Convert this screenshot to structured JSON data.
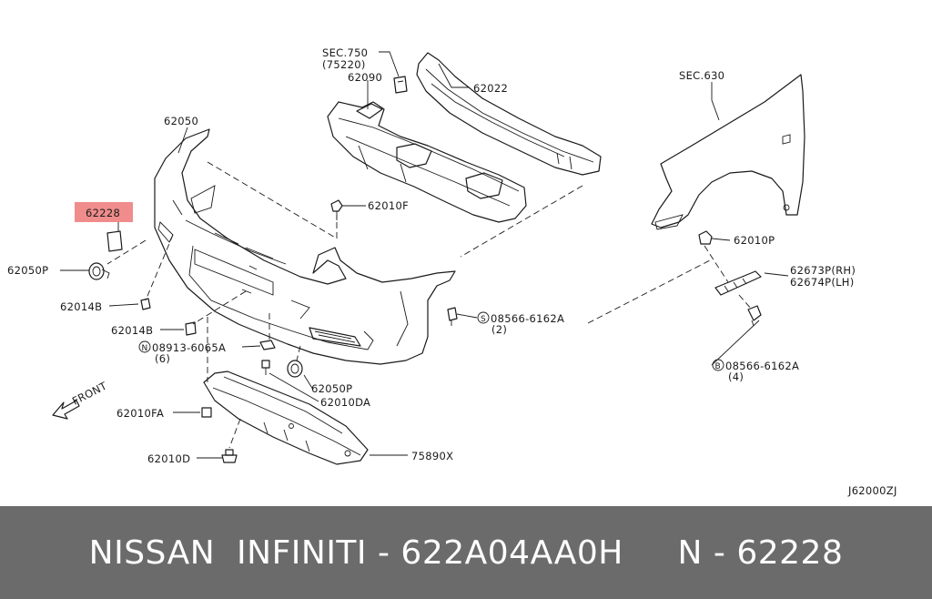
{
  "colors": {
    "highlight": "#f08c8c",
    "footer_bg": "#6b6b6b",
    "footer_text": "#ffffff",
    "line": "#1a1a1a"
  },
  "labels": {
    "sec750_line1": "SEC.750",
    "sec750_line2": "(75220)",
    "p62090": "62090",
    "p62022": "62022",
    "sec630": "SEC.630",
    "p62050": "62050",
    "p62228": "62228",
    "p62010f": "62010F",
    "p62050p_left": "62050P",
    "p62010p": "62010P",
    "p62673p": "62673P(RH)",
    "p62674p": "62674P(LH)",
    "p62014b_1": "62014B",
    "p62014b_2": "62014B",
    "bolt_08566_center": "08566-6162A",
    "bolt_08566_center_qty": "(2)",
    "bolt_08566_right": "08566-6162A",
    "bolt_08566_right_qty": "(4)",
    "nut_08913": "08913-6065A",
    "nut_08913_qty": "(6)",
    "p62050p_lower": "62050P",
    "p62010da": "62010DA",
    "p62010fa": "62010FA",
    "p62010d": "62010D",
    "p75890x": "75890X",
    "front": "FRONT",
    "diagram_code": "J62000ZJ",
    "marker_n": "N",
    "marker_s": "S",
    "marker_b": "B"
  },
  "footer": {
    "text": "NISSAN  INFINITI - 622A04AA0H     N - 62228"
  }
}
